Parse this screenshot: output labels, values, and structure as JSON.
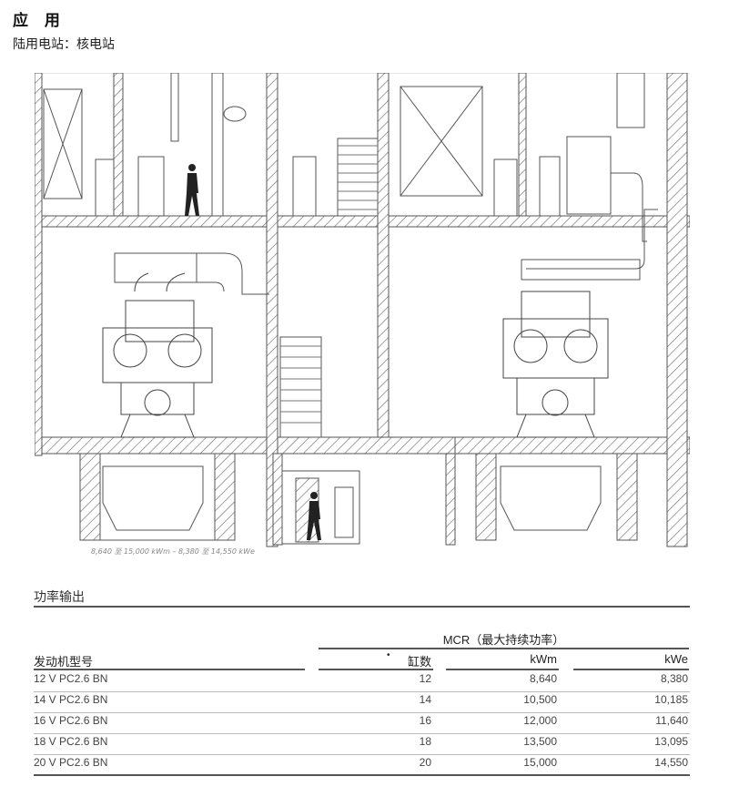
{
  "header": {
    "title": "应 用",
    "subtitle": "陆用电站：核电站"
  },
  "figure": {
    "caption": "8,640 至 15,000 kWm – 8,380 至 14,550 kWe"
  },
  "power_output": {
    "section_title": "功率输出",
    "group_header": "MCR（最大持续功率）",
    "columns": [
      "发动机型号",
      "缸数",
      "kWm",
      "kWe"
    ],
    "marker": "•",
    "rows": [
      {
        "model": "12 V PC2.6 BN",
        "cylinders": "12",
        "kwm": "8,640",
        "kwe": "8,380"
      },
      {
        "model": "14 V PC2.6 BN",
        "cylinders": "14",
        "kwm": "10,500",
        "kwe": "10,185"
      },
      {
        "model": "16 V PC2.6 BN",
        "cylinders": "16",
        "kwm": "12,000",
        "kwe": "11,640"
      },
      {
        "model": "18 V PC2.6 BN",
        "cylinders": "18",
        "kwm": "13,500",
        "kwe": "13,095"
      },
      {
        "model": "20 V PC2.6 BN",
        "cylinders": "20",
        "kwm": "15,000",
        "kwe": "14,550"
      }
    ]
  }
}
